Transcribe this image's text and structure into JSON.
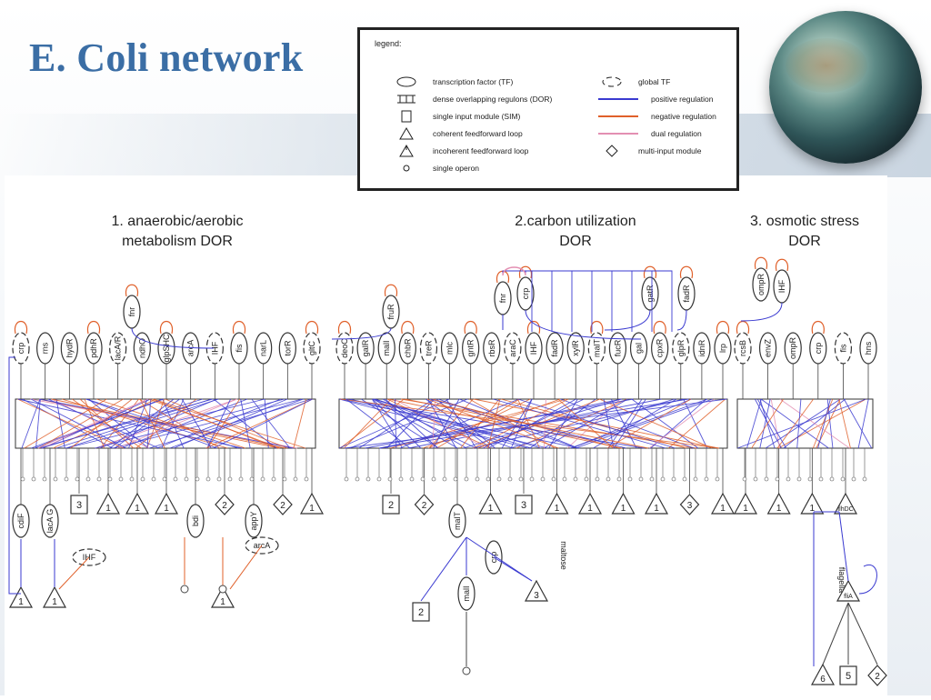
{
  "slide": {
    "title": "E. Coli network"
  },
  "legend": {
    "heading": "legend:",
    "items_left": [
      {
        "symbol": "ellipse",
        "label": "transcription factor (TF)"
      },
      {
        "symbol": "dor",
        "label": "dense overlapping regulons (DOR)"
      },
      {
        "symbol": "square",
        "label": "single input module (SIM)"
      },
      {
        "symbol": "triangle",
        "label": "coherent feedforward loop"
      },
      {
        "symbol": "triangle-open",
        "label": "incoherent feedforward loop"
      },
      {
        "symbol": "circle",
        "label": "single operon"
      }
    ],
    "items_right": [
      {
        "symbol": "global",
        "label": "global TF"
      },
      {
        "symbol": "line",
        "color": "#3a3ad0",
        "label": "positive regulation"
      },
      {
        "symbol": "line",
        "color": "#e0602a",
        "label": "negative regulation"
      },
      {
        "symbol": "line",
        "color": "#e38fb2",
        "label": "dual regulation"
      },
      {
        "symbol": "diamond",
        "label": "multi-input module"
      }
    ]
  },
  "sections": [
    {
      "line1": "1. anaerobic/aerobic",
      "line2": "metabolism DOR"
    },
    {
      "line1": "2.carbon utilization",
      "line2": "DOR"
    },
    {
      "line1": "3. osmotic stress",
      "line2": "DOR"
    }
  ],
  "tfs": {
    "group1": [
      "crp",
      "rns",
      "hydR",
      "pdhR",
      "lacA/R",
      "ndhO",
      "glpSHC",
      "arcA",
      "IHF",
      "fis",
      "narL",
      "torR",
      "gltC"
    ],
    "group2": [
      "deoC",
      "galR",
      "malI",
      "chbR",
      "treR",
      "mlc",
      "gntR",
      "rbsR",
      "araC",
      "IHF",
      "fadR",
      "xylR",
      "malT",
      "fucR",
      "gal",
      "cpxR",
      "glpR",
      "idnR",
      "lrp"
    ],
    "group3": [
      "rcsB",
      "envZ",
      "ompR",
      "crp",
      "fis",
      "hns"
    ],
    "top": [
      "fnr",
      "fruR",
      "fnr",
      "crp",
      "gatR",
      "fadR",
      "IHF",
      "ompR"
    ]
  },
  "modules": {
    "group1": [
      {
        "type": "ellipse",
        "label": "cdiF"
      },
      {
        "type": "ellipse",
        "label": "lacA G"
      },
      {
        "type": "square",
        "label": "3"
      },
      {
        "type": "triangle",
        "label": "1"
      },
      {
        "type": "triangle",
        "label": "1"
      },
      {
        "type": "triangle",
        "label": "1"
      },
      {
        "type": "ellipse",
        "label": "bdi"
      },
      {
        "type": "diamond",
        "label": "2"
      },
      {
        "type": "ellipse",
        "label": "appY"
      },
      {
        "type": "diamond",
        "label": "2"
      },
      {
        "type": "triangle",
        "label": "1"
      }
    ],
    "group2": [
      {
        "type": "square",
        "label": "2"
      },
      {
        "type": "diamond",
        "label": "2"
      },
      {
        "type": "ellipse",
        "label": "malT"
      },
      {
        "type": "triangle",
        "label": "1"
      },
      {
        "type": "square",
        "label": "3"
      },
      {
        "type": "triangle",
        "label": "1"
      },
      {
        "type": "triangle",
        "label": "1"
      },
      {
        "type": "triangle",
        "label": "1"
      },
      {
        "type": "triangle",
        "label": "1"
      },
      {
        "type": "diamond",
        "label": "3"
      },
      {
        "type": "triangle",
        "label": "1"
      }
    ],
    "group3": [
      {
        "type": "triangle",
        "label": "1"
      },
      {
        "type": "triangle",
        "label": "1"
      },
      {
        "type": "triangle",
        "label": "1"
      },
      {
        "type": "triangle",
        "label": "flhDC"
      }
    ],
    "lower": [
      {
        "type": "ellipse",
        "label": "IHF"
      },
      {
        "type": "ellipse",
        "label": "arcA"
      },
      {
        "type": "triangle",
        "label": "1"
      },
      {
        "type": "triangle",
        "label": "1"
      },
      {
        "type": "triangle",
        "label": "1"
      },
      {
        "type": "square",
        "label": "2"
      },
      {
        "type": "ellipse",
        "label": "malI"
      },
      {
        "type": "ellipse",
        "label": "crp"
      },
      {
        "type": "triangle",
        "label": "3"
      },
      {
        "type": "text",
        "label": "maltose"
      },
      {
        "type": "text",
        "label": "flagella"
      },
      {
        "type": "triangle",
        "label": "fliA"
      },
      {
        "type": "triangle",
        "label": "6"
      },
      {
        "type": "square",
        "label": "5"
      },
      {
        "type": "diamond",
        "label": "2"
      }
    ]
  },
  "colors": {
    "positive": "#3a3ad0",
    "negative": "#e0602a",
    "dual": "#e38fb2",
    "title": "#3b6ea5"
  }
}
